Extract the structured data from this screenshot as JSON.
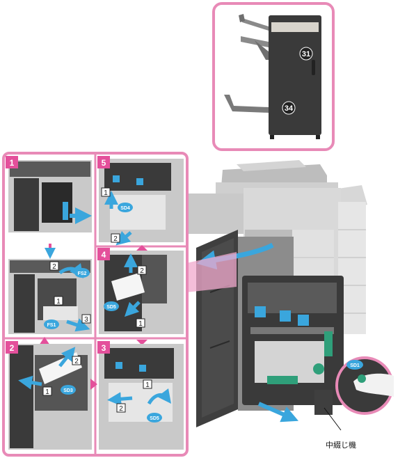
{
  "colors": {
    "frame_pink": "#e88ab7",
    "step_pink": "#e4509b",
    "arrow_blue": "#3aa6dd",
    "green_handle": "#2f9f7a",
    "machine_dark": "#3a3a3a",
    "machine_gray": "#9c9c9c"
  },
  "inset": {
    "badges": [
      "31",
      "34"
    ]
  },
  "steps": [
    {
      "number": "1",
      "callouts": [
        "FS2",
        "FS1"
      ],
      "tags": [
        "2",
        "1",
        "3"
      ]
    },
    {
      "number": "2",
      "callouts": [
        "SD3"
      ],
      "tags": [
        "2",
        "1"
      ]
    },
    {
      "number": "3",
      "callouts": [
        "SD5"
      ],
      "tags": [
        "1",
        "2"
      ]
    },
    {
      "number": "4",
      "callouts": [
        "SD5"
      ],
      "tags": [
        "2",
        "1"
      ]
    },
    {
      "number": "5",
      "callouts": [
        "SD4"
      ],
      "tags": [
        "1",
        "2"
      ]
    }
  ],
  "main": {
    "callout": "SD1",
    "caption": "中綴じ機"
  }
}
